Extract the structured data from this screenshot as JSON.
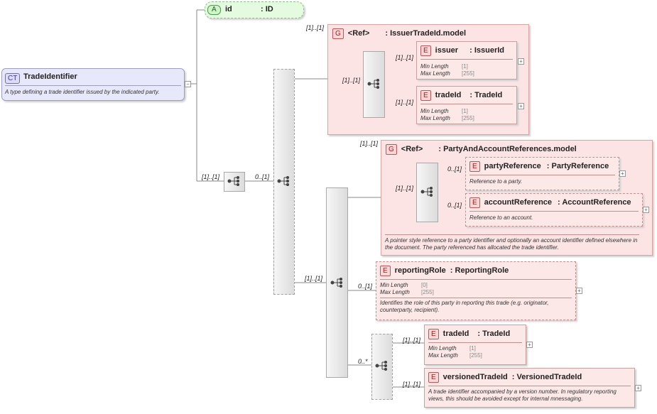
{
  "complex_type": {
    "badge": "CT",
    "name": "TradeIdentifier",
    "description": "A type defining a trade identifier issued by the indicated party."
  },
  "attribute": {
    "badge": "A",
    "name": "id",
    "type": ": ID"
  },
  "issuer_group": {
    "badge": "G",
    "ref": "<Ref>",
    "model": ": IssuerTradeId.model",
    "cardinality": "[1]..[1]",
    "sequence_cardinality": "[1]..[1]",
    "elements": [
      {
        "badge": "E",
        "name": "issuer",
        "type": ": IssuerId",
        "cardinality": "[1]..[1]",
        "facets": [
          {
            "label": "Min Length",
            "value": "[1]"
          },
          {
            "label": "Max Length",
            "value": "[255]"
          }
        ]
      },
      {
        "badge": "E",
        "name": "tradeId",
        "type": ": TradeId",
        "cardinality": "[1]..[1]",
        "facets": [
          {
            "label": "Min Length",
            "value": "[1]"
          },
          {
            "label": "Max Length",
            "value": "[255]"
          }
        ]
      }
    ]
  },
  "choice_cardinality": "[1]..[1]",
  "choice_seq_cardinality": "0..[1]",
  "party_group": {
    "badge": "G",
    "ref": "<Ref>",
    "model": ": PartyAndAccountReferences.model",
    "cardinality": "[1]..[1]",
    "sequence_cardinality": "[1]..[1]",
    "description": "A pointer style reference to a party identifier and optionally an account identifier defined elsewhere in the document. The party referenced has allocated the trade identifier.",
    "elements": [
      {
        "badge": "E",
        "name": "partyReference",
        "type": ": PartyReference",
        "cardinality": "0..[1]",
        "description": "Reference to a party."
      },
      {
        "badge": "E",
        "name": "accountReference",
        "type": ": AccountReference",
        "cardinality": "0..[1]",
        "description": "Reference to an account."
      }
    ]
  },
  "second_seq_cardinality": "[1]..[1]",
  "reporting_role": {
    "badge": "E",
    "name": "reportingRole",
    "type": ": ReportingRole",
    "cardinality": "0..[1]",
    "facets": [
      {
        "label": "Min Length",
        "value": "[0]"
      },
      {
        "label": "Max Length",
        "value": "[255]"
      }
    ],
    "description": "Identifies the role of this party in reporting this trade (e.g. originator, counterparty, recipient)."
  },
  "choice2_cardinality": "0..*",
  "trade_id2": {
    "badge": "E",
    "name": "tradeId",
    "type": ": TradeId",
    "cardinality": "[1]..[1]",
    "facets": [
      {
        "label": "Min Length",
        "value": "[1]"
      },
      {
        "label": "Max Length",
        "value": "[255]"
      }
    ]
  },
  "versioned_trade_id": {
    "badge": "E",
    "name": "versionedTradeId",
    "type": ": VersionedTradeId",
    "cardinality": "[1]..[1]",
    "description": "A trade identifier accompanied by a version number. In regulatory reporting views, this should be avoided except for internal mnessaging."
  },
  "colors": {
    "group_fill": "#fde4e4",
    "element_border": "#c9a0a0",
    "ct_fill": "#e8e8fb",
    "attr_fill": "#e4fbe0"
  }
}
